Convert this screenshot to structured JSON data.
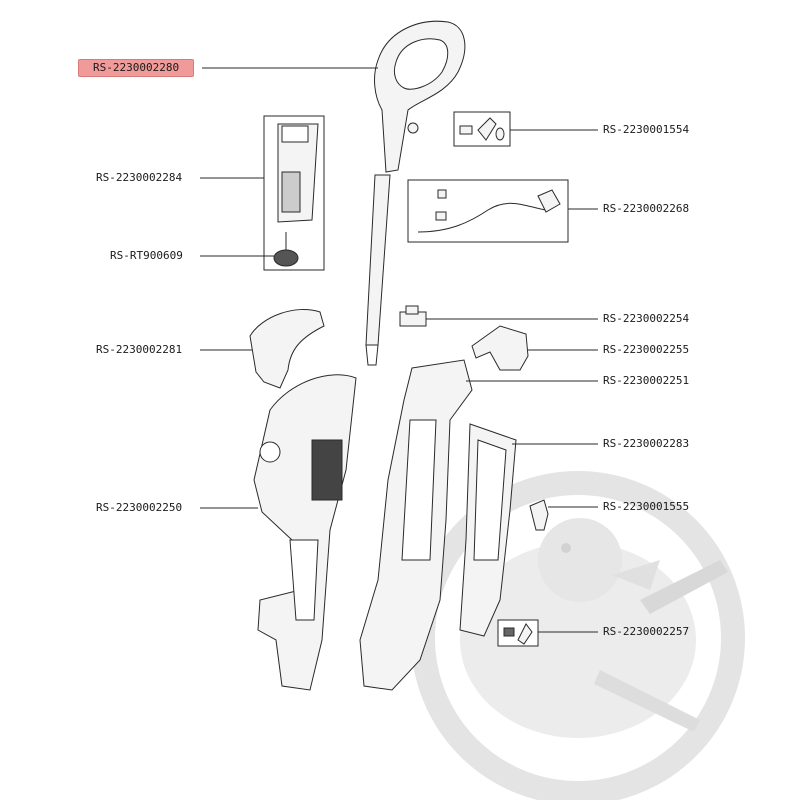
{
  "diagram": {
    "highlight_color": "#f19a9a",
    "line_color": "#2a2a2a",
    "part_fill": "#f4f4f4",
    "watermark_color": "#e2e2e2",
    "parts": [
      {
        "id": "p2280",
        "ref": "RS-2230002280",
        "highlighted": true
      },
      {
        "id": "p1554",
        "ref": "RS-2230001554",
        "highlighted": false
      },
      {
        "id": "p2284",
        "ref": "RS-2230002284",
        "highlighted": false
      },
      {
        "id": "p2268",
        "ref": "RS-2230002268",
        "highlighted": false
      },
      {
        "id": "p609",
        "ref": "RS-RT900609",
        "highlighted": false
      },
      {
        "id": "p2254",
        "ref": "RS-2230002254",
        "highlighted": false
      },
      {
        "id": "p2281",
        "ref": "RS-2230002281",
        "highlighted": false
      },
      {
        "id": "p2255",
        "ref": "RS-2230002255",
        "highlighted": false
      },
      {
        "id": "p2251",
        "ref": "RS-2230002251",
        "highlighted": false
      },
      {
        "id": "p2283",
        "ref": "RS-2230002283",
        "highlighted": false
      },
      {
        "id": "p2250",
        "ref": "RS-2230002250",
        "highlighted": false
      },
      {
        "id": "p1555",
        "ref": "RS-2230001555",
        "highlighted": false
      },
      {
        "id": "p2257",
        "ref": "RS-2230002257",
        "highlighted": false
      }
    ]
  }
}
